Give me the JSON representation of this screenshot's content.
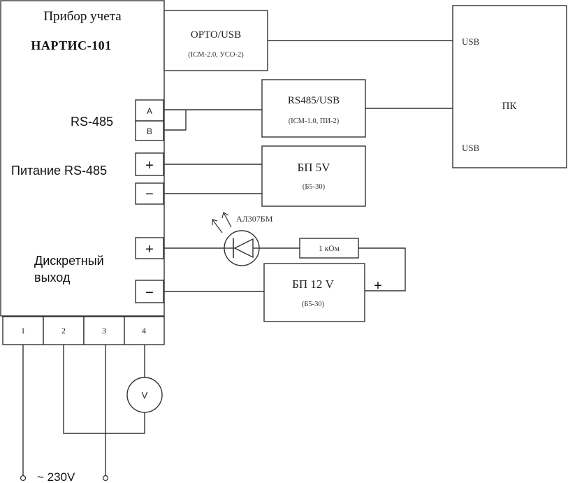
{
  "meter": {
    "title": "Прибор учета",
    "model": "НАРТИС-101",
    "rs485_label": "RS-485",
    "rs485_terminal_a": "А",
    "rs485_terminal_b": "В",
    "power_label": "Питание RS-485",
    "power_plus": "+",
    "power_minus": "−",
    "discrete_label_line1": "Дискретный",
    "discrete_label_line2": "выход",
    "discrete_plus": "+",
    "discrete_minus": "−",
    "terminals": [
      "1",
      "2",
      "3",
      "4"
    ]
  },
  "opto_usb": {
    "title": "OPTO/USB",
    "subtitle": "(ICM-2.0, УСО-2)"
  },
  "rs485_usb": {
    "title": "RS485/USB",
    "subtitle": "(ICM-1.0, ПИ-2)"
  },
  "psu5": {
    "title": "БП 5V",
    "subtitle": "(Б5-30)"
  },
  "psu12": {
    "title": "БП 12 V",
    "subtitle": "(Б5-30)",
    "plus": "+"
  },
  "pc": {
    "title": "ПК",
    "usb_top": "USB",
    "usb_bottom": "USB"
  },
  "led": {
    "label": "АЛ307БМ"
  },
  "resistor": {
    "label": "1 кОм"
  },
  "voltmeter": {
    "label": "V"
  },
  "mains": {
    "label": "~ 230V"
  }
}
